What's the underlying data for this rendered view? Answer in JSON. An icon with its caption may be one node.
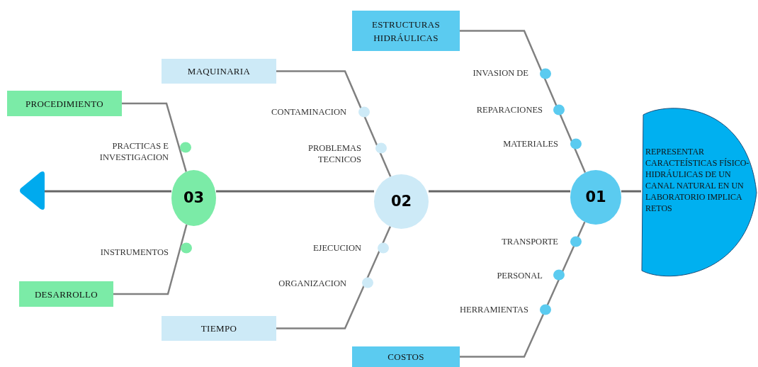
{
  "diagram": {
    "nodes": [
      {
        "text": [
          "ESTRUCTURAS HIDRÁULICAS"
        ]
      },
      {
        "text": [
          "MAQUINARIA"
        ]
      },
      {
        "text": [
          "PROCEDIMIENTO"
        ]
      },
      {
        "text": [],
        "shape": "triangle"
      },
      {
        "text": [
          "03"
        ]
      },
      {
        "text": [
          "02"
        ]
      },
      {
        "text": [
          "01"
        ]
      },
      {
        "text": [
          "REPRESENTAR CARACTEÍSTICAS FÍSICO-HIDRÁULICAS DE UN CANAL NATURAL EN UN LABORATORIO IMPLICA RETOS"
        ]
      },
      {
        "text": [
          "DESARROLLO"
        ]
      },
      {
        "text": [
          "TIEMPO"
        ]
      },
      {
        "text": [
          "COSTOS"
        ]
      }
    ],
    "edges": [
      {
        "from": 0,
        "to": 6,
        "arrow": "none"
      },
      {
        "from": 1,
        "to": 5,
        "arrow": "none"
      },
      {
        "from": 2,
        "to": 4,
        "arrow": "none"
      },
      {
        "from": 8,
        "to": 4,
        "arrow": "none"
      },
      {
        "from": 9,
        "to": 5,
        "arrow": "none"
      },
      {
        "from": 10,
        "to": 6,
        "arrow": "none"
      },
      {
        "from": 7,
        "to": 6,
        "arrow": "none"
      },
      {
        "from": 6,
        "to": 5,
        "arrow": "none"
      },
      {
        "from": 5,
        "to": 4,
        "arrow": "none"
      },
      {
        "from": 4,
        "to": 3,
        "arrow": "none"
      }
    ],
    "labels": [
      "INVASION DE",
      "CONTAMINACION",
      "REPARACIONES",
      "MATERIALES",
      "PRACTICAS E INVESTIGACION",
      "PROBLEMAS TECNICOS",
      "EJECUCION",
      "TRANSPORTE",
      "INSTRUMENTOS",
      "PERSONAL",
      "ORGANIZACION",
      "HERRAMIENTAS"
    ]
  }
}
